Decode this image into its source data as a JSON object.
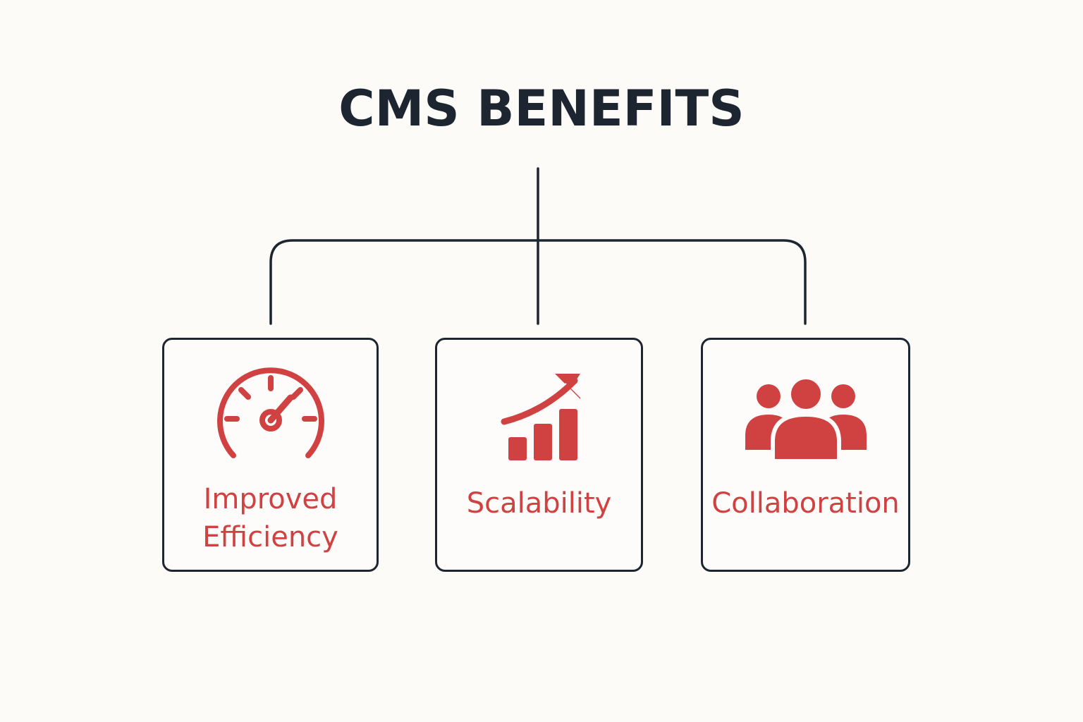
{
  "title": "CMS BENEFITS",
  "colors": {
    "ink": "#1d2630",
    "accent": "#d04242",
    "background": "#fcfbf8"
  },
  "benefits": [
    {
      "label_line1": "Improved",
      "label_line2": "Efficiency",
      "icon": "speedometer-icon"
    },
    {
      "label": "Scalability",
      "icon": "growth-chart-icon"
    },
    {
      "label": "Collaboration",
      "icon": "team-icon"
    }
  ]
}
